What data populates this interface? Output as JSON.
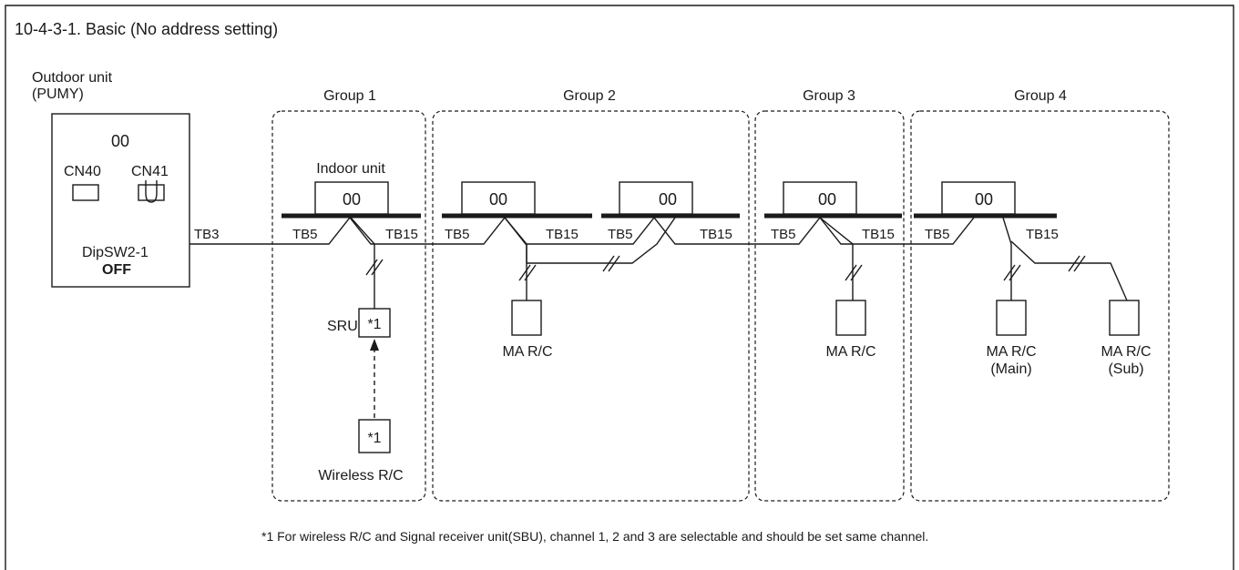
{
  "title": "10-4-3-1. Basic (No address setting)",
  "outdoor": {
    "label_line1": "Outdoor unit",
    "label_line2": "(PUMY)",
    "address": "00",
    "cn40": "CN40",
    "cn41": "CN41",
    "dipsw": "DipSW2-1",
    "dipsw_state": "OFF",
    "tb3": "TB3"
  },
  "groups": [
    {
      "label": "Group 1"
    },
    {
      "label": "Group 2"
    },
    {
      "label": "Group 3"
    },
    {
      "label": "Group 4"
    }
  ],
  "indoor_label": "Indoor unit",
  "indoor_units": [
    {
      "address": "00",
      "tb5": "TB5",
      "tb15": "TB15"
    },
    {
      "address": "00",
      "tb5": "TB5",
      "tb15": "TB15"
    },
    {
      "address": "00",
      "tb5": "TB5",
      "tb15": "TB15"
    },
    {
      "address": "00",
      "tb5": "TB5",
      "tb15": "TB15"
    },
    {
      "address": "00",
      "tb5": "TB5",
      "tb15": "TB15"
    }
  ],
  "sru": {
    "label": "SRU",
    "note": "*1"
  },
  "wireless": {
    "label": "Wireless R/C",
    "note": "*1"
  },
  "remotes": {
    "g2": "MA R/C",
    "g3": "MA R/C",
    "g4_main_line1": "MA R/C",
    "g4_main_line2": "(Main)",
    "g4_sub_line1": "MA R/C",
    "g4_sub_line2": "(Sub)"
  },
  "footnote": "*1 For wireless R/C and Signal receiver unit(SBU), channel 1, 2 and 3 are selectable and should be set same channel."
}
